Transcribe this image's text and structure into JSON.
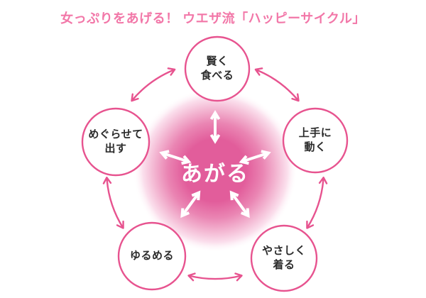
{
  "title": "女っぷりをあげる！ ウエザ流「ハッピーサイクル」",
  "center": {
    "label": "あがる"
  },
  "nodes": [
    {
      "id": "eat-wisely",
      "label": "賢く\n食べる"
    },
    {
      "id": "move-skillfully",
      "label": "上手に\n動く"
    },
    {
      "id": "wear-gently",
      "label": "やさしく\n着る"
    },
    {
      "id": "loosen-up",
      "label": "ゆるめる"
    },
    {
      "id": "circulate-release",
      "label": "めぐらせて\n出す"
    }
  ],
  "cycle": "bidirectional",
  "colors": {
    "title_pink": "#f277a8",
    "outline_pink": "#e7538f",
    "glow_pink": "#e25d9b",
    "label_dark": "#2b2b2b",
    "center_text": "#ffffff"
  }
}
